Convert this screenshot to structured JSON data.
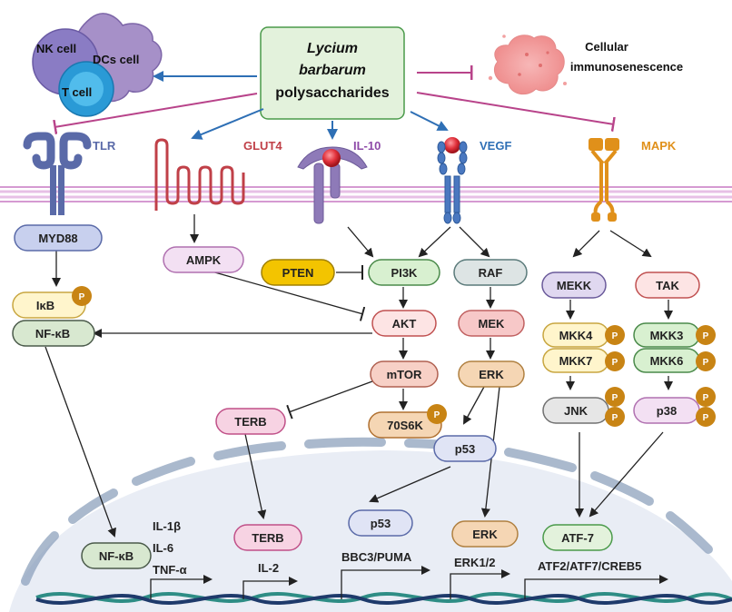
{
  "center": {
    "line1": "Lycium",
    "line2": "barbarum",
    "line3": "polysaccharides"
  },
  "cells": {
    "nk": "NK cell",
    "dcs": "DCs  cell",
    "t": "T cell"
  },
  "immunosenescence": {
    "line1": "Cellular",
    "line2": "immunosenescence"
  },
  "receptors": {
    "tlr": "TLR",
    "glut4": "GLUT4",
    "il10": "IL-10",
    "vegf": "VEGF",
    "mapk": "MAPK"
  },
  "nodes": {
    "myd88": "MYD88",
    "ikb": "IκB",
    "nfkb": "NF-κB",
    "ampk": "AMPK",
    "pten": "PTEN",
    "pi3k": "PI3K",
    "akt": "AKT",
    "mtor": "mTOR",
    "s6k": "70S6K",
    "terb": "TERB",
    "raf": "RAF",
    "mek": "MEK",
    "erk": "ERK",
    "p53": "p53",
    "mekk": "MEKK",
    "tak": "TAK",
    "mkk4": "MKK4",
    "mkk7": "MKK7",
    "mkk3": "MKK3",
    "mkk6": "MKK6",
    "jnk": "JNK",
    "p38": "p38",
    "p": "P"
  },
  "nucleus": {
    "nfkb": "NF-κB",
    "terb": "TERB",
    "p53": "p53",
    "erk": "ERK",
    "atf7": "ATF-7"
  },
  "genes": {
    "il1b": "IL-1β",
    "il6": "IL-6",
    "tnfa": "TNF-α",
    "il2": "IL-2",
    "bbc3": "BBC3/PUMA",
    "erk12": "ERK1/2",
    "atf": "ATF2/ATF7/CREB5"
  },
  "colors": {
    "blue_arrow": "#2e6fb5",
    "inhibit": "#b8438a",
    "box_green": "#e3f2dc",
    "box_green_border": "#4a9a4a",
    "receptor_purple": "#5a6aa8",
    "receptor_red": "#c04048",
    "receptor_violet": "#8e7ab8",
    "receptor_blue": "#4a78c0",
    "receptor_orange": "#e0901a",
    "pill_blue": "#c8d0ee",
    "pill_pink": "#f7d3e3",
    "pill_peach": "#f7d0c6",
    "pill_orange": "#f5d6b4",
    "pill_yellow": "#fff5cc",
    "pill_green": "#d8f0d0",
    "pill_gray": "#e6e6e6",
    "pill_lavender": "#e0d8f0",
    "phospho": "#c88414",
    "membrane": "#d59ad2",
    "nucleus_fill": "#e9edf5",
    "dna_teal": "#2e8d85",
    "dna_navy": "#1e3a6b"
  }
}
